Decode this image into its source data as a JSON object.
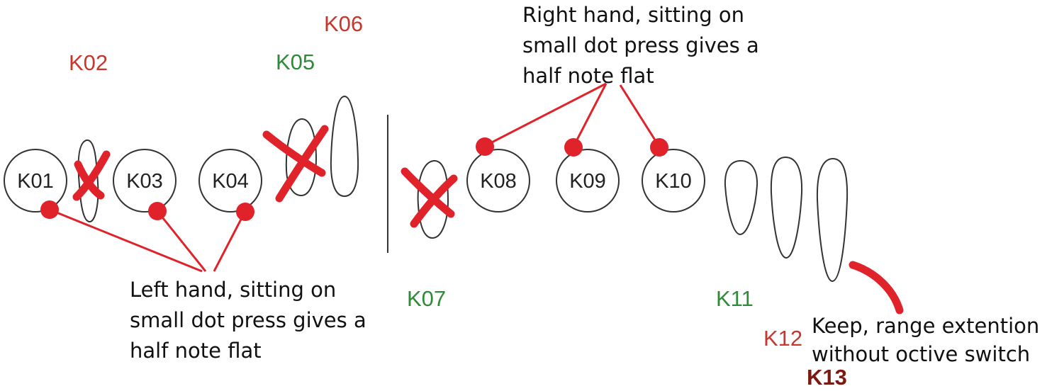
{
  "keys": {
    "k01": "K01",
    "k02": "K02",
    "k03": "K03",
    "k04": "K04",
    "k05": "K05",
    "k06": "K06",
    "k07": "K07",
    "k08": "K08",
    "k09": "K09",
    "k10": "K10",
    "k11": "K11",
    "k12": "K12",
    "k13": "K13"
  },
  "notes": {
    "right": [
      "Right hand, sitting on",
      "small dot press gives a",
      "half note flat"
    ],
    "left": [
      "Left hand, sitting on",
      "small dot press gives a",
      "half note flat"
    ],
    "keep": [
      "Keep, range extention",
      "without octive switch"
    ]
  },
  "colors": {
    "accent_red": "#e0232a",
    "label_red": "#c8362c",
    "label_green": "#2f8a3a",
    "label_dark_red": "#7a1a12"
  }
}
